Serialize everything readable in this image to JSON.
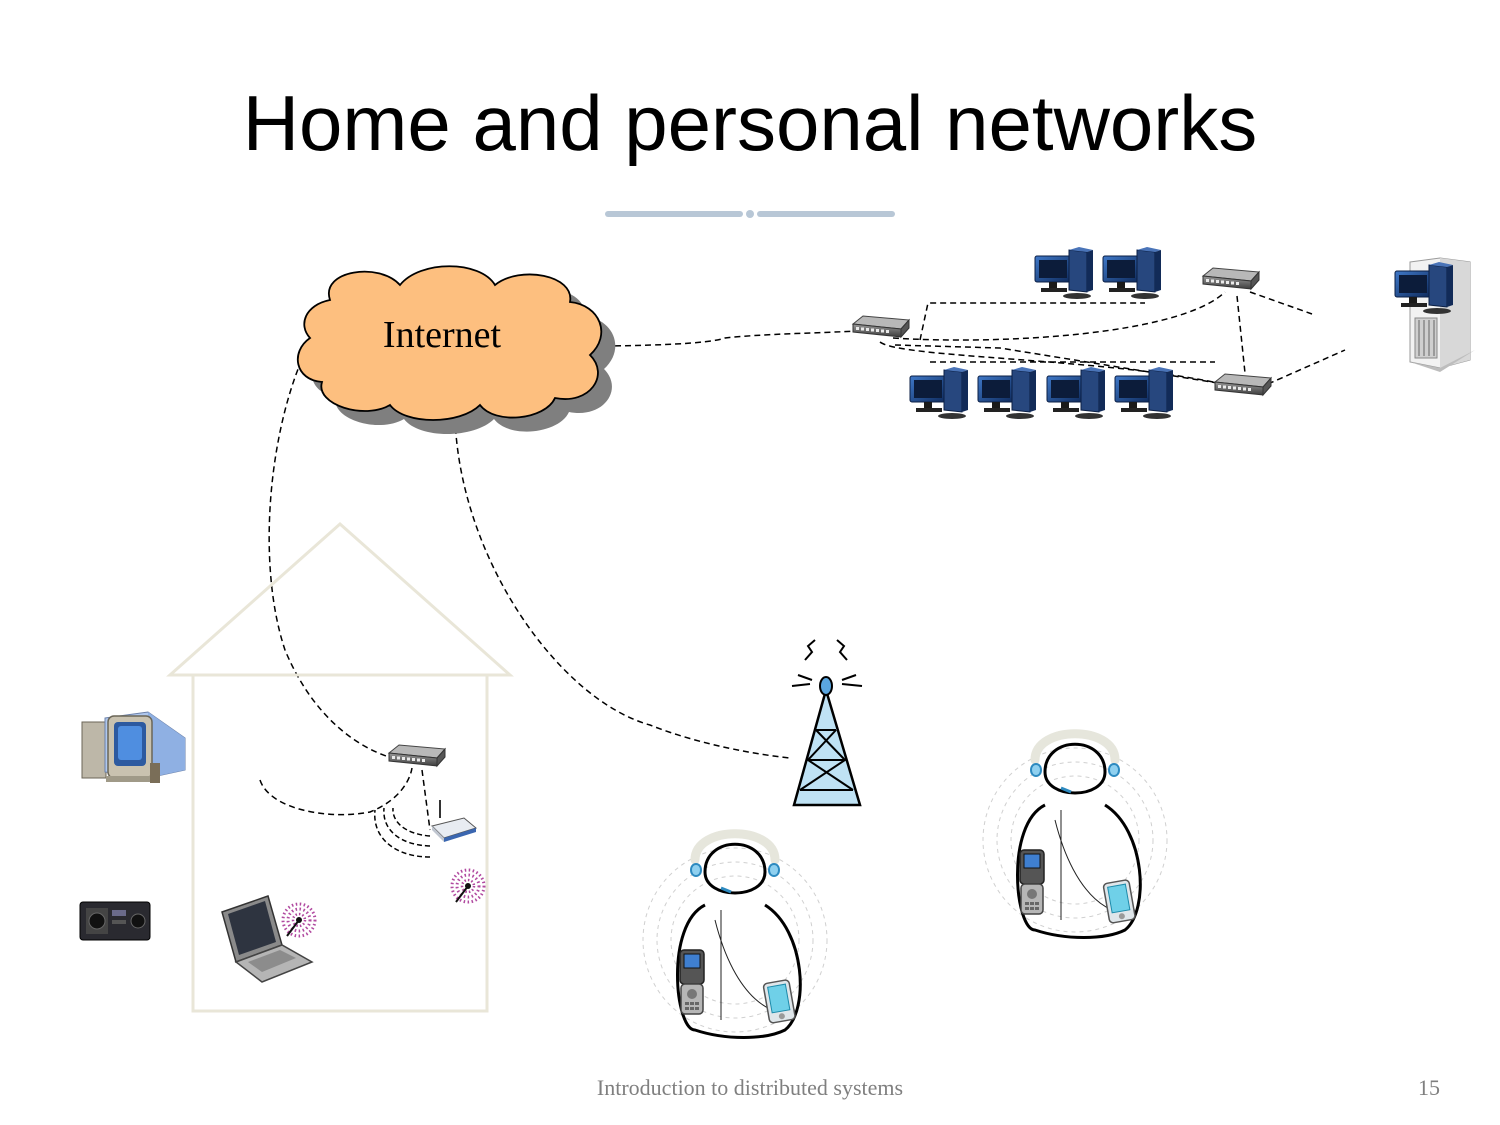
{
  "slide": {
    "title": "Home and personal networks",
    "cloud_label": "Internet",
    "footer": "Introduction to distributed systems",
    "page_number": "15"
  },
  "colors": {
    "cloud_fill": "#fdbf7f",
    "divider": "#b8c7d6",
    "house_outline": "#e9e6d8",
    "monitor_screen": "#2d5aa0",
    "device_gray": "#8a8a8a"
  },
  "icons": [
    "cloud-icon",
    "switch-icon",
    "desktop-computer-icon",
    "server-tower-icon",
    "crt-computer-icon",
    "stereo-icon",
    "laptop-icon",
    "wireless-router-icon",
    "antenna-icon",
    "cell-tower-icon",
    "person-with-headset-icon",
    "mobile-phone-icon",
    "pda-icon"
  ]
}
